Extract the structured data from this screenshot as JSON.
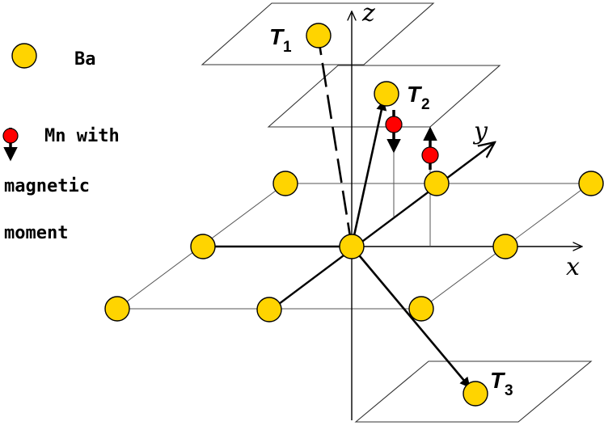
{
  "legend": {
    "ba_label": "Ba",
    "mn_label_line1": "Mn with",
    "mn_label_line2": "magnetic",
    "mn_label_line3": "moment"
  },
  "axes": {
    "x": "x",
    "y": "y",
    "z": "z"
  },
  "vectors": [
    {
      "letter": "T",
      "sub": "1"
    },
    {
      "letter": "T",
      "sub": "2"
    },
    {
      "letter": "T",
      "sub": "3"
    }
  ],
  "colors": {
    "ba": "#FFD400",
    "mn": "#FF0000",
    "outline": "#000000"
  }
}
